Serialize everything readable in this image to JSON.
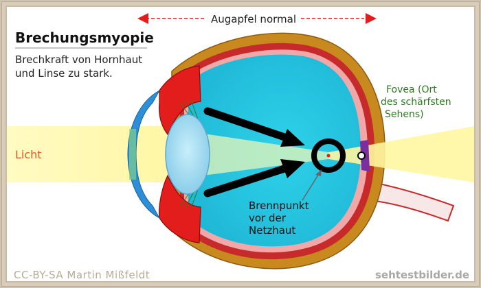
{
  "title": "Brechungsmyopie",
  "subtitle_line1": "Brechkraft von Hornhaut",
  "subtitle_line2": "und Linse zu stark.",
  "top_label": "Augapfel normal",
  "light_label": "Licht",
  "fovea_line1": "Fovea (Ort",
  "fovea_line2": "des schärfsten",
  "fovea_line3": "Sehens)",
  "focus_line1": "Brennpunkt",
  "focus_line2": "vor der",
  "focus_line3": "Netzhaut",
  "credit": "CC-BY-SA Martin Mißfeldt",
  "website": "sehtestbilder.de",
  "colors": {
    "sclera": "#c8891e",
    "choroid": "#c62a2a",
    "retina": "#f2a8a8",
    "vitreous": "#27c9e3",
    "cornea": "#2e8fd9",
    "lens": "#8ed3ee",
    "iris": "#e31c1c",
    "light": "#fffbb0",
    "label_red": "#e31c1c",
    "label_green": "#2c7a1f",
    "arrow": "#000000"
  }
}
